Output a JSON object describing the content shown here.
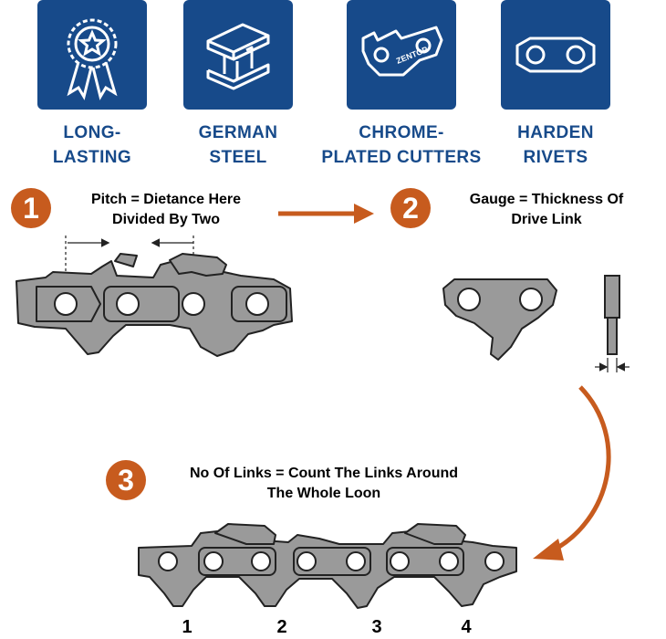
{
  "features": [
    {
      "icon": "ribbon-star-icon",
      "line1": "LONG-",
      "line2": "LASTING"
    },
    {
      "icon": "steel-beam-icon",
      "line1": "GERMAN",
      "line2": "STEEL"
    },
    {
      "icon": "chain-cutter-icon",
      "line1": "CHROME-",
      "line2": "PLATED CUTTERS",
      "tile_text": "ZENTOP"
    },
    {
      "icon": "rivet-link-icon",
      "line1": "HARDEN",
      "line2": "RIVETS"
    }
  ],
  "steps": [
    {
      "number": "1",
      "line1": "Pitch = Dietance Here",
      "line2": "Divided By Two"
    },
    {
      "number": "2",
      "line1": "Gauge = Thickness Of",
      "line2": "Drive Link"
    },
    {
      "number": "3",
      "line1": "No Of Links = Count The Links Around",
      "line2": "The Whole Loon"
    }
  ],
  "link_numbers": [
    "1",
    "2",
    "3",
    "4"
  ],
  "colors": {
    "brand_blue": "#174a8a",
    "accent_orange": "#c75b1e",
    "chain_gray": "#9a9a9a",
    "outline": "#222222"
  }
}
